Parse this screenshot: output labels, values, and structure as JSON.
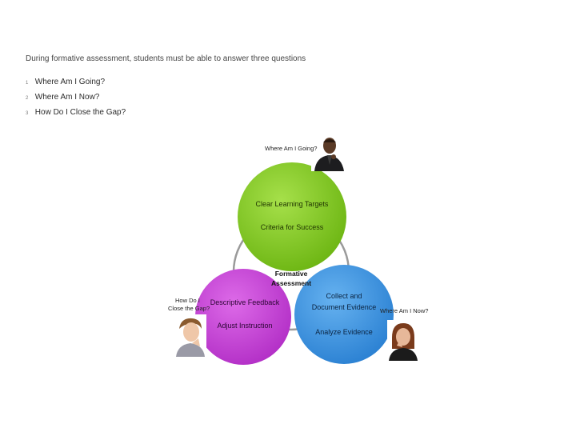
{
  "intro": "During formative assessment, students must be able to answer three questions",
  "questions": [
    {
      "number": "1",
      "text": "Where Am I Going?"
    },
    {
      "number": "2",
      "text": "Where Am I Now?"
    },
    {
      "number": "3",
      "text": "How Do I Close the Gap?"
    }
  ],
  "diagram": {
    "center": {
      "line1": "Formative",
      "line2": "Assessment"
    },
    "circles": {
      "green": {
        "color": "#7dc81e",
        "line1": "Clear Learning Targets",
        "line2": "Criteria for Success"
      },
      "magenta": {
        "color": "#c43ad6",
        "line1": "Descriptive Feedback",
        "line2": "Adjust Instruction"
      },
      "blue": {
        "color": "#3a92e0",
        "line1": "Collect and",
        "line2": "Document Evidence",
        "line3": "Analyze Evidence"
      }
    },
    "ring_color": "#9a9a9a"
  },
  "captions": {
    "top": "Where Am I Going?",
    "right": "Where Am I Now?",
    "left_line1": "How Do I",
    "left_line2": "Close the Gap?"
  }
}
